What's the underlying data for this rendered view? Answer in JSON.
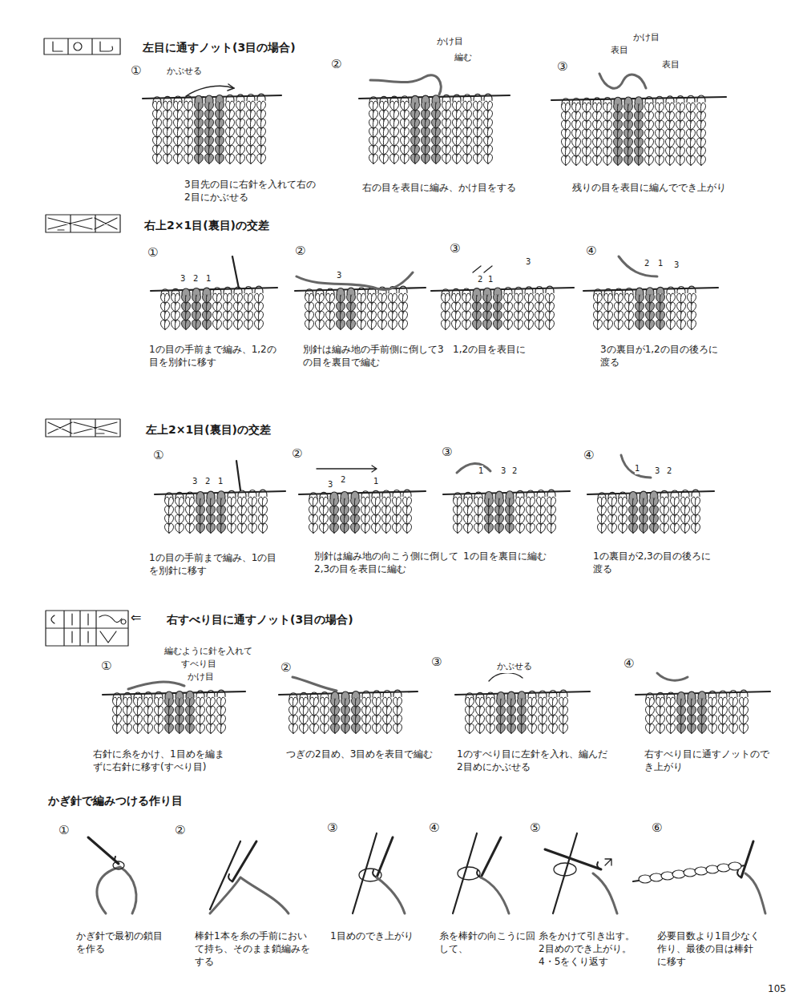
{
  "diagram": {
    "labels": [
      "左目に通すノット(3目の場合)",
      "①",
      "かぶせる",
      "3目先の目に右針を入れて右の2目にかぶせる",
      "②",
      "かけ目",
      "編む",
      "右の目を表目に編み、かけ目をする",
      "③",
      "表目",
      "かけ目",
      "表目",
      "残りの目を表目に編んででき上がり",
      "右上2×1目(裏目)の交差",
      "①",
      "3",
      "2",
      "1",
      "1の目の手前まで編み、1,2の目を別針に移す",
      "②",
      "3",
      "別針は編み地の手前側に倒して3の目を裏目で編む",
      "③",
      "2",
      "1",
      "3",
      "1,2の目を表目に",
      "④",
      "2",
      "1",
      "3",
      "3の裏目が1,2の目の後ろに渡る",
      "左上2×1目(裏目)の交差",
      "①",
      "3",
      "2",
      "1",
      "1の目の手前まで編み、1の目を別針に移す",
      "②",
      "3",
      "2",
      "1",
      "別針は編み地の向こう側に倒して2,3の目を表目に編む",
      "③",
      "1",
      "3",
      "2",
      "1の目を裏目に編む",
      "④",
      "1",
      "3",
      "2",
      "1の裏目が2,3の目の後ろに渡る",
      "⇐",
      "右すべり目に通すノット(3目の場合)",
      "①",
      "編むように針を入れて",
      "すべり目",
      "かけ目",
      "右針に糸をかけ、1目めを編まずに右針に移す(すべり目)",
      "②",
      "つぎの2目め、3目めを表目で編む",
      "③",
      "かぶせる",
      "1のすべり目に左針を入れ、編んだ2目めにかぶせる",
      "④",
      "右すべり目に通すノットのでき上がり",
      "かぎ針で編みつける作り目",
      "①",
      "かぎ針で最初の鎖目を作る",
      "②",
      "棒針1本を糸の手前において持ち、そのまま鎖編みをする",
      "③",
      "1目めのでき上がり",
      "④",
      "糸を棒針の向こうに回して、",
      "⑤",
      "糸をかけて引き出す。2目めのでき上がり。4・5をくり返す",
      "⑥",
      "必要目数より1目少なく作り、最後の目は棒針に移す",
      "105"
    ]
  }
}
